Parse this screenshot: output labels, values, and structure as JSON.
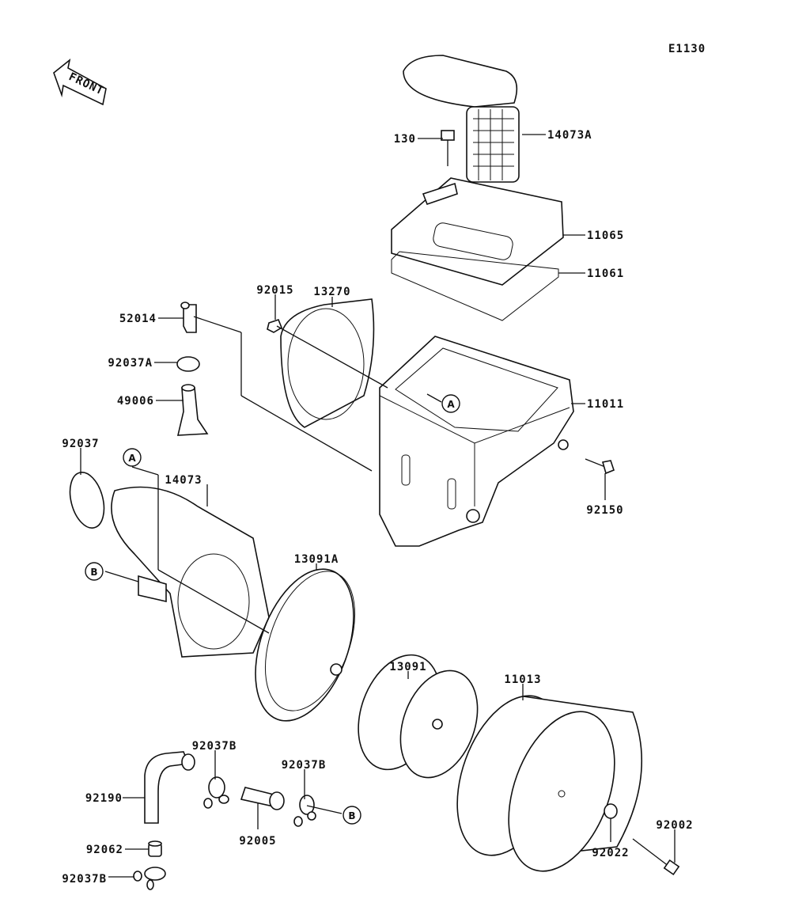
{
  "diagram_code": "E1130",
  "front_arrow": "FRONT",
  "parts": {
    "p130": "130",
    "p14073A": "14073A",
    "p11065": "11065",
    "p11061": "11061",
    "p13270": "13270",
    "p92015": "92015",
    "p52014": "52014",
    "p92037A": "92037A",
    "p49006": "49006",
    "p11011": "11011",
    "p92150": "92150",
    "p92037": "92037",
    "p14073": "14073",
    "p13091A": "13091A",
    "p13091": "13091",
    "p11013": "11013",
    "p92037B_1": "92037B",
    "p92190": "92190",
    "p92037B_2": "92037B",
    "p92005": "92005",
    "p92062": "92062",
    "p92037B_3": "92037B",
    "p92022": "92022",
    "p92002": "92002"
  },
  "refs": {
    "a": "A",
    "b": "B"
  }
}
